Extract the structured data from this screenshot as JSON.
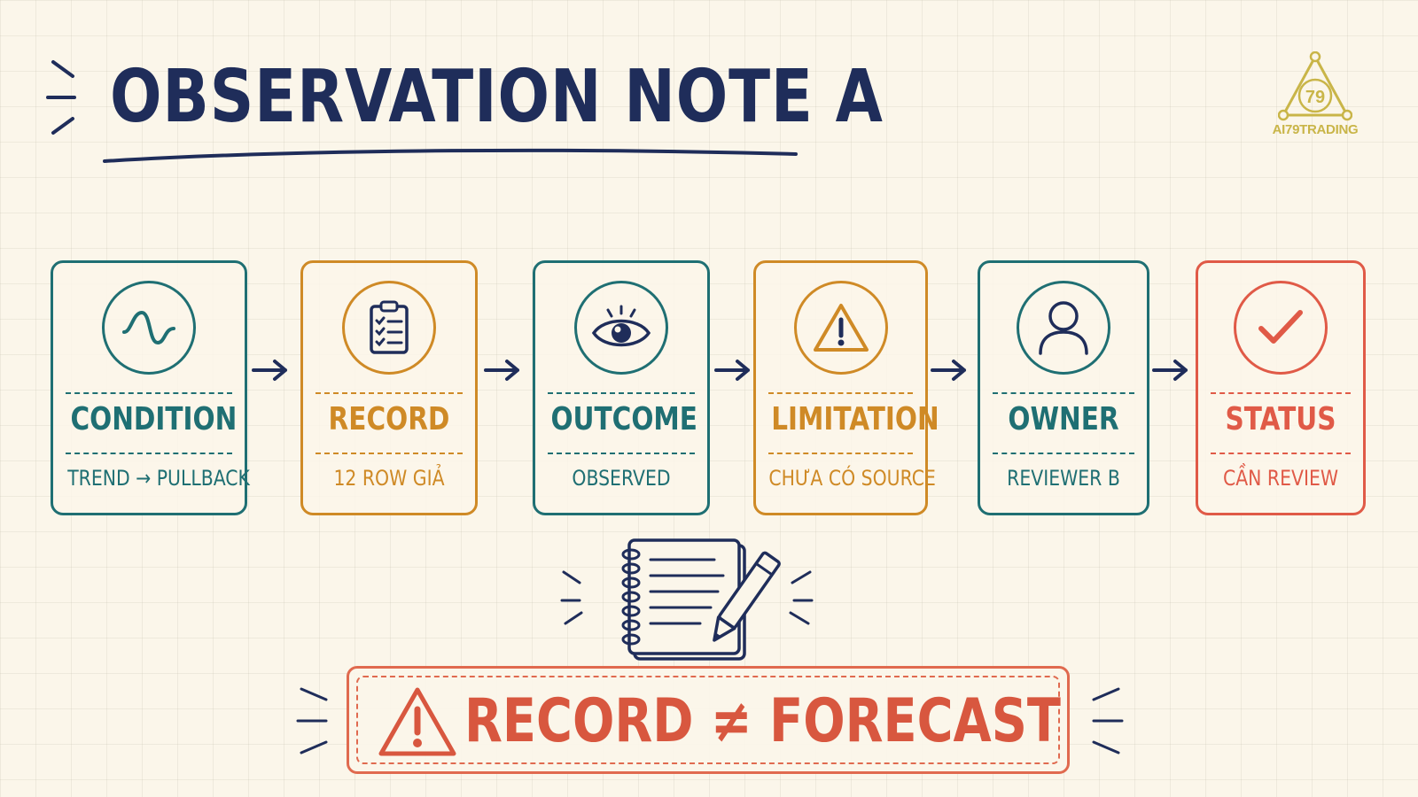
{
  "title": "OBSERVATION NOTE A",
  "logo": {
    "text": "AI79TRADING",
    "mark": "79",
    "icon": "triangle-logo-icon",
    "color": "#c9b548"
  },
  "steps": [
    {
      "heading": "CONDITION",
      "sub": "TREND → PULLBACK",
      "icon": "wave-icon",
      "color": "#1f6f73"
    },
    {
      "heading": "RECORD",
      "sub": "12 ROW GIẢ",
      "icon": "clipboard-checklist-icon",
      "color": "#cf8a26"
    },
    {
      "heading": "OUTCOME",
      "sub": "OBSERVED",
      "icon": "eye-icon",
      "color": "#1f6f73"
    },
    {
      "heading": "LIMITATION",
      "sub": "CHƯA CÓ SOURCE",
      "icon": "warning-triangle-icon",
      "color": "#cf8a26"
    },
    {
      "heading": "OWNER",
      "sub": "REVIEWER B",
      "icon": "user-icon",
      "color": "#1f6f73"
    },
    {
      "heading": "STATUS",
      "sub": "CẦN REVIEW",
      "icon": "checkmark-icon",
      "color": "#e05a47"
    }
  ],
  "footer": {
    "text": "RECORD ≠ FORECAST",
    "icon": "warning-triangle-icon",
    "decor_icon": "notebook-pencil-icon",
    "color": "#d8573f"
  },
  "colors": {
    "ink": "#1f2d5a",
    "teal": "#1f6f73",
    "orange": "#cf8a26",
    "red": "#e05a47"
  }
}
